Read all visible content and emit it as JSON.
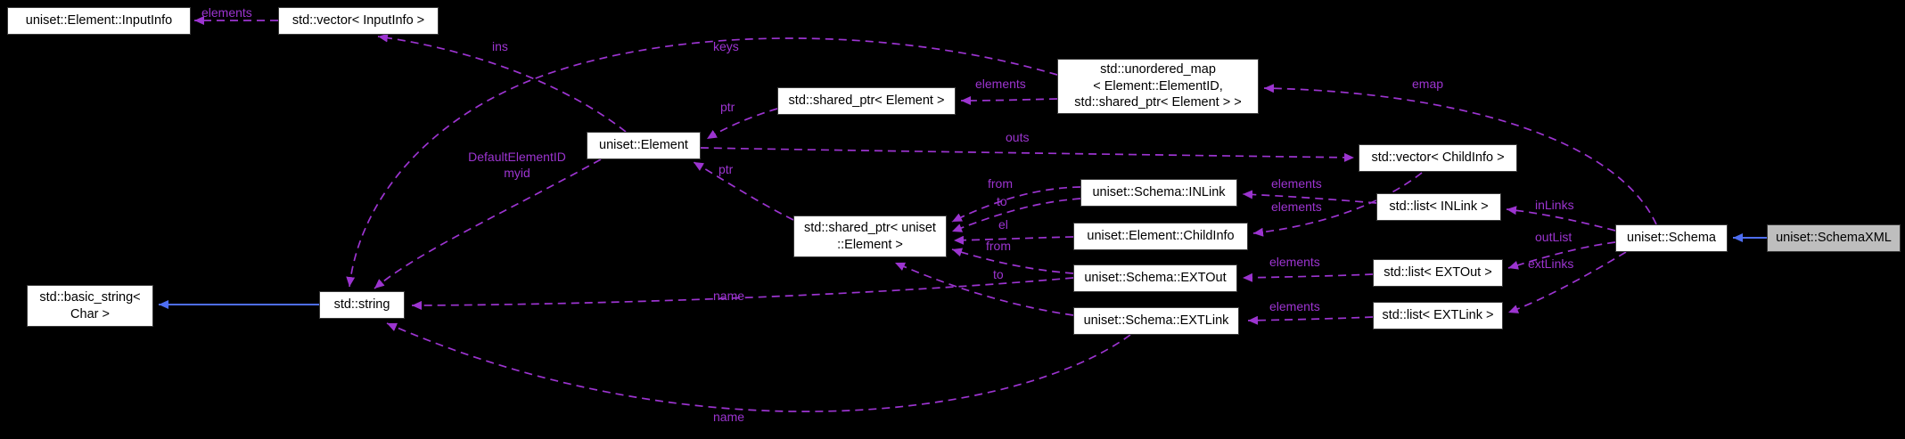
{
  "colors": {
    "background": "#000000",
    "edge": "#9c34d0",
    "edge_label": "#9c34d0",
    "inheritance": "#4e6ef2",
    "node_fill": "#ffffff",
    "node_border": "#3a3a3a",
    "node_text": "#000000",
    "highlight_fill": "#bebebe"
  },
  "nodes": {
    "input_info": "uniset::Element::InputInfo",
    "vec_inputinfo": "std::vector< InputInfo >",
    "unordered_map": "std::unordered_map\n< Element::ElementID,\nstd::shared_ptr< Element > >",
    "shared_ptr_element": "std::shared_ptr< Element >",
    "element": "uniset::Element",
    "vec_childinfo": "std::vector< ChildInfo >",
    "inlink": "uniset::Schema::INLink",
    "list_inlink": "std::list< INLink >",
    "shared_ptr_uniset_element": "std::shared_ptr< uniset\n::Element >",
    "childinfo": "uniset::Element::ChildInfo",
    "schema": "uniset::Schema",
    "schemaxml": "uniset::SchemaXML",
    "extout": "uniset::Schema::EXTOut",
    "list_extout": "std::list< EXTOut >",
    "basic_string": "std::basic_string<\nChar >",
    "string": "std::string",
    "extlink": "uniset::Schema::EXTLink",
    "list_extlink": "std::list< EXTLink >"
  },
  "edge_labels": {
    "elements_inputinfo": "elements",
    "ins": "ins",
    "keys": "keys",
    "elements_emap": "elements",
    "emap": "emap",
    "ptr_top": "ptr",
    "outs": "outs",
    "default_element_id_myid": "DefaultElementID\nmyid",
    "ptr_mid": "ptr",
    "from_inlink": "from",
    "to_inlink": "to",
    "elements_inlink": "elements",
    "elements_childinfo": "elements",
    "el": "el",
    "from_extout": "from",
    "to_extlink": "to",
    "inlinks": "inLinks",
    "outlist": "outList",
    "extlinks": "extLinks",
    "elements_extout": "elements",
    "elements_extlink": "elements",
    "name_extout": "name",
    "name_extlink": "name"
  }
}
